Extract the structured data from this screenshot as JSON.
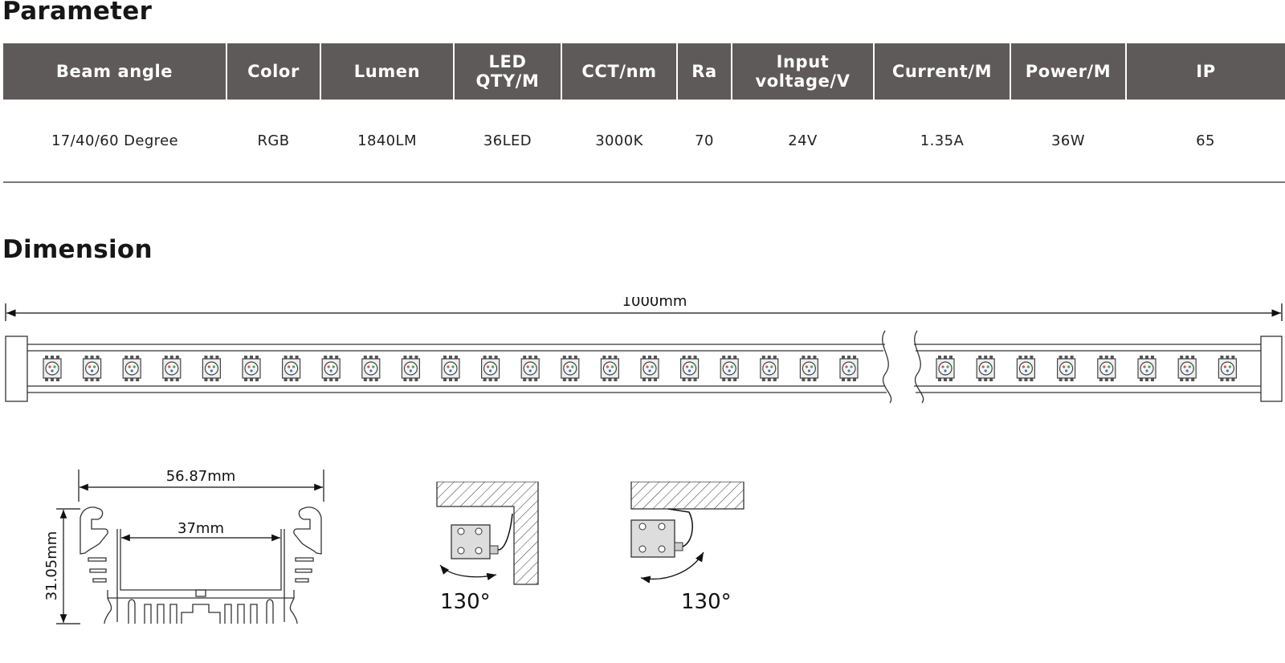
{
  "sections": {
    "parameter_title": "Parameter",
    "dimension_title": "Dimension"
  },
  "table": {
    "headers": [
      "Beam angle",
      "Color",
      "Lumen",
      "LED\nQTY/M",
      "CCT/nm",
      "Ra",
      "Input\nvoltage/V",
      "Current/M",
      "Power/M",
      "IP"
    ],
    "row": [
      "17/40/60 Degree",
      "RGB",
      "1840LM",
      "36LED",
      "3000K",
      "70",
      "24V",
      "1.35A",
      "36W",
      "65"
    ]
  },
  "dimensions": {
    "length": "1000mm",
    "profile_width": "56.87mm",
    "inner_width": "37mm",
    "profile_height": "31.05mm",
    "angle_1": "130°",
    "angle_2": "130°"
  },
  "bar": {
    "led_count_left": 21,
    "led_count_right": 8
  }
}
